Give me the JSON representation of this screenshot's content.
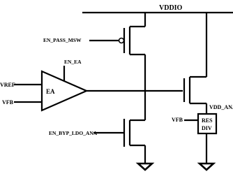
{
  "diagram": {
    "supply_net": "VDDIO",
    "pass_gate_signal": "EN_PASS_MSW",
    "amp_enable": "EN_EA",
    "amp_label": "EA",
    "amp_inputs": [
      "VREF",
      "VFB"
    ],
    "bypass_signal": "EN_BYP_LDO_ANA",
    "output_net": "VDD_ANA",
    "divider_label_line1": "RES",
    "divider_label_line2": "DIV",
    "divider_feedback": "VFB"
  }
}
